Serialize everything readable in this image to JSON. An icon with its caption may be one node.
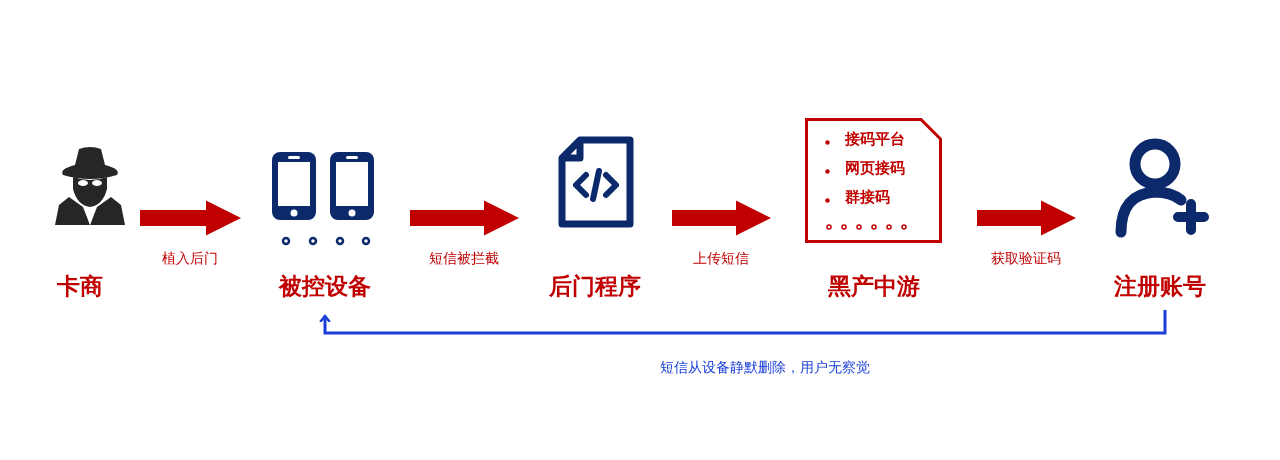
{
  "diagram": {
    "nodes": [
      {
        "text": [
          "卡商"
        ]
      },
      {
        "text": [
          "被控设备"
        ]
      },
      {
        "text": [
          "后门程序"
        ]
      },
      {
        "text": [
          "接码平台",
          "网页接码",
          "群接码",
          "黑产中游"
        ]
      },
      {
        "text": [
          "注册账号"
        ]
      }
    ],
    "edges": [
      {
        "from": 0,
        "to": 1,
        "arrow": "to",
        "label": "植入后门"
      },
      {
        "from": 1,
        "to": 2,
        "arrow": "to",
        "label": "短信被拦截"
      },
      {
        "from": 2,
        "to": 3,
        "arrow": "to",
        "label": "上传短信"
      },
      {
        "from": 3,
        "to": 4,
        "arrow": "to",
        "label": "获取验证码"
      },
      {
        "from": 4,
        "to": 1,
        "arrow": "to",
        "label": "短信从设备静默删除，用户无察觉",
        "color": "#1a3fd6"
      }
    ]
  }
}
